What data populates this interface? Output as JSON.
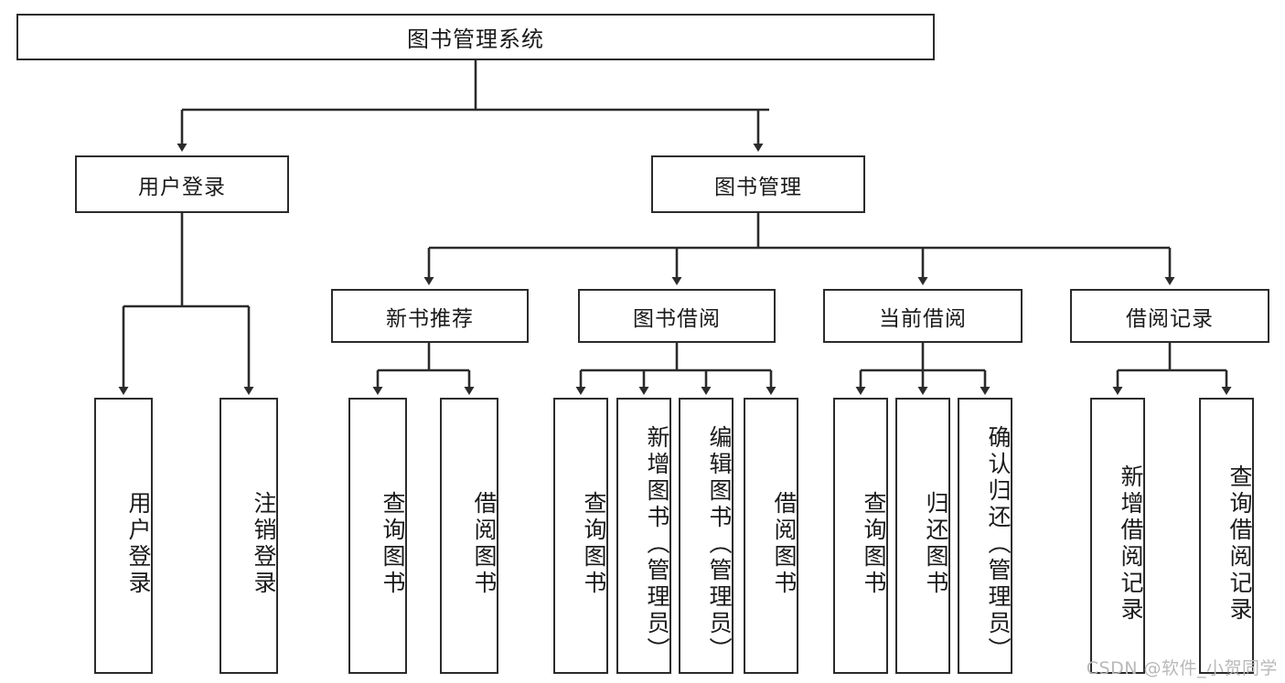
{
  "diagram": {
    "type": "tree-hierarchy",
    "title": "图书管理系统",
    "orientation": "top-down",
    "stroke_color": "#2b2b2b",
    "fill_color": "#ffffff",
    "text_color": "#1a1a1a",
    "watermark": "CSDN @软件_小贺同学",
    "root": {
      "label": "图书管理系统"
    },
    "level2": [
      {
        "id": "user-login",
        "label": "用户登录"
      },
      {
        "id": "book-manage",
        "label": "图书管理"
      }
    ],
    "level3": [
      {
        "id": "new-book-rec",
        "label": "新书推荐",
        "parent": "book-manage"
      },
      {
        "id": "book-borrow",
        "label": "图书借阅",
        "parent": "book-manage"
      },
      {
        "id": "current-borrow",
        "label": "当前借阅",
        "parent": "book-manage"
      },
      {
        "id": "borrow-record",
        "label": "借阅记录",
        "parent": "book-manage"
      }
    ],
    "leaves": [
      {
        "id": "leaf-user-login",
        "label": "用户登录",
        "parent": "user-login"
      },
      {
        "id": "leaf-user-logout",
        "label": "注销登录",
        "parent": "user-login"
      },
      {
        "id": "leaf-rec-query",
        "label": "查询图书",
        "parent": "new-book-rec"
      },
      {
        "id": "leaf-rec-borrow",
        "label": "借阅图书",
        "parent": "new-book-rec"
      },
      {
        "id": "leaf-borrow-query",
        "label": "查询图书",
        "parent": "book-borrow"
      },
      {
        "id": "leaf-borrow-add",
        "label": "新增图书（管理员）",
        "parent": "book-borrow"
      },
      {
        "id": "leaf-borrow-edit",
        "label": "编辑图书（管理员）",
        "parent": "book-borrow"
      },
      {
        "id": "leaf-borrow-lend",
        "label": "借阅图书",
        "parent": "book-borrow"
      },
      {
        "id": "leaf-cur-query",
        "label": "查询图书",
        "parent": "current-borrow"
      },
      {
        "id": "leaf-cur-return",
        "label": "归还图书",
        "parent": "current-borrow"
      },
      {
        "id": "leaf-cur-confirm",
        "label": "确认归还（管理员）",
        "parent": "current-borrow"
      },
      {
        "id": "leaf-rec-add",
        "label": "新增借阅记录",
        "parent": "borrow-record"
      },
      {
        "id": "leaf-rec-query2",
        "label": "查询借阅记录",
        "parent": "borrow-record"
      }
    ]
  }
}
